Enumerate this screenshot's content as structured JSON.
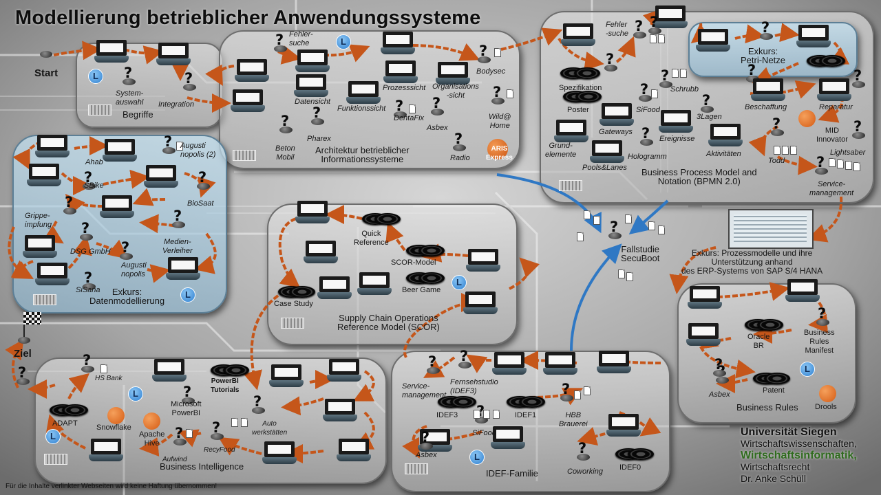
{
  "title": "Modellierung betrieblicher Anwendungssysteme",
  "labels": {
    "start": "Start",
    "ziel": "Ziel",
    "begriffe": "Begriffe",
    "systemauswahl": "System-\nauswahl",
    "integration": "Integration",
    "architektur": "Architektur betrieblicher\nInformationssysteme",
    "fehlersuche1": "Fehler-\nsuche",
    "datensicht": "Datensicht",
    "funktionssicht": "Funktionssicht",
    "prozesssicht": "Prozesssicht",
    "organisationssicht": "Organisations\n-sicht",
    "bodysec": "Bodysec",
    "wildhome": "Wild@\nHome",
    "betonmobil": "Beton\nMobil",
    "pharex": "Pharex",
    "dentafix": "DentaFix",
    "asbex1": "Asbex",
    "radio": "Radio",
    "aris": "ARIS\nExpress",
    "bpmn": "Business Process Model and\nNotation (BPMN 2.0)",
    "fehlersuche2": "Fehler\n-suche",
    "petri": "Exkurs:\nPetri-Netze",
    "spezifikation": "Spezifikation",
    "poster": "Poster",
    "sifood1": "SiFood",
    "schrubb": "Schrubb",
    "3lagen": "3Lagen",
    "beschaffung": "Beschaffung",
    "reparatur": "Reparatur",
    "gateways": "Gateways",
    "ereignisse": "Ereignisse",
    "grundelemente": "Grund-\nelemente",
    "poolslanes": "Pools&Lanes",
    "hologramm": "Hologramm",
    "aktivitaeten": "Aktivitäten",
    "todd": "Todd",
    "midinnovator": "MID\nInnovator",
    "lightsaber": "Lightsaber",
    "servicemanagement1": "Service-\nmanagement",
    "datenmodellierung": "Exkurs:\nDatenmodellierung",
    "ahab": "Ahab",
    "augustinopolis2": "Augusti\nnopolis (2)",
    "sbike": "SBike",
    "biosaat": "BioSaat",
    "grippeimpfung": "Grippe-\nimpfung",
    "dsggmbh": "DSG GmbH",
    "medienverleiher": "Medien-\nVerleiher",
    "augustinopolis": "Augusti\nnopolis",
    "sisana": "SiSana",
    "scor": "Supply Chain Operations\nReference Model (SCOR)",
    "quickreference": "Quick\nReference",
    "scormodel": "SCOR-Model",
    "beergame": "Beer Game",
    "casestudy": "Case Study",
    "fallstudie": "Fallstudie\nSecuBoot",
    "erp": "Exkurs: Prozessmodelle und ihre\nUnterstützung anhand\ndes ERP-Systems von SAP S/4 HANA",
    "oraclebr": "Oracle\nBR",
    "brmanifest": "Business\nRules\nManifest",
    "patent": "Patent",
    "asbex2": "Asbex",
    "businessrules": "Business Rules",
    "drools": "Drools",
    "bi": "Business Intelligence",
    "hsbank": "HS Bank",
    "powerbitut": "PowerBI\nTutorials",
    "mspowerbi": "Microsoft\nPowerBI",
    "adapt": "ADAPT",
    "snowflake": "Snowflake",
    "apachehive": "Apache\nHive",
    "autowerkstaetten": "Auto\nwerkstätten",
    "aufwind": "Aufwind",
    "recyfood": "RecyFood",
    "idef": "IDEF-Familie",
    "servicemanagement2": "Service-\nmanagement",
    "fernsehstudio": "Fernsehstudio\n(IDEF3)",
    "idef3": "IDEF3",
    "idef1": "IDEF1",
    "hbb": "HBB\nBrauerei",
    "sifood2": "SiFood",
    "asbex3": "Asbex",
    "coworking": "Coworking",
    "idef0": "IDEF0"
  },
  "university": {
    "name": "Universität Siegen",
    "line1": "Wirtschaftswissenschaften,",
    "line2": "Wirtschaftsinformatik,",
    "line3": "Wirtschaftsrecht",
    "line4": "Dr. Anke Schüll"
  },
  "footer": "Für die Inhalte verlinkter Webseiten wird keine Haftung übernommen!",
  "colors": {
    "arrow": "#c5561a",
    "blue_arrow": "#2f78c4",
    "accent_green": "#2f6b1e"
  }
}
